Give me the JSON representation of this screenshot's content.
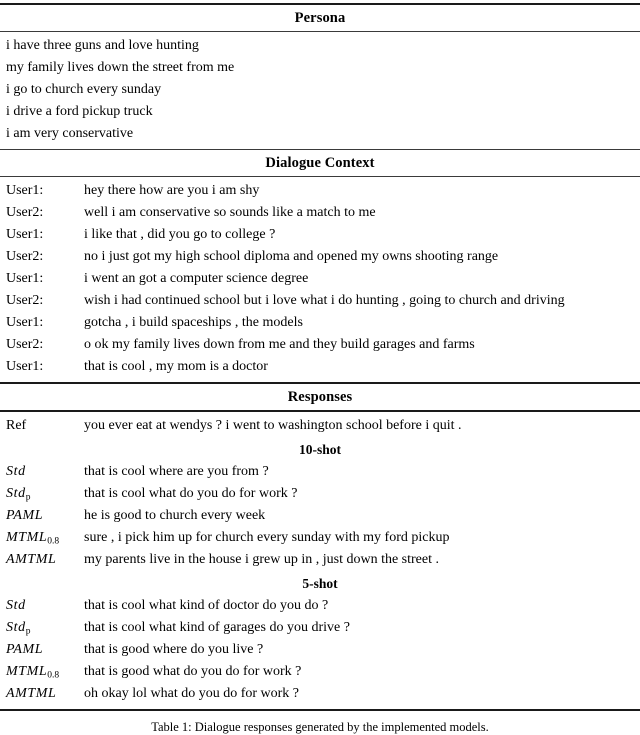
{
  "table": {
    "sections": [
      {
        "id": "persona",
        "heading": "Persona",
        "lines": [
          "i have three guns and love hunting",
          "my family lives down the street from me",
          "i go to church every sunday",
          "i drive a ford pickup truck",
          "i am very conservative"
        ]
      },
      {
        "id": "dialogue",
        "heading": "Dialogue Context",
        "turns": [
          {
            "speaker": "User1:",
            "utterance": "hey there how are you i am shy"
          },
          {
            "speaker": "User2:",
            "utterance": "well i am conservative so sounds like a match to me"
          },
          {
            "speaker": "User1:",
            "utterance": "i like that , did you go to college ?"
          },
          {
            "speaker": "User2:",
            "utterance": "no i just got my high school diploma and opened my owns shooting range"
          },
          {
            "speaker": "User1:",
            "utterance": "i went an got a computer science degree"
          },
          {
            "speaker": "User2:",
            "utterance": "wish i had continued school but i love what i do hunting , going to church and driving"
          },
          {
            "speaker": "User1:",
            "utterance": "gotcha , i build spaceships , the models"
          },
          {
            "speaker": "User2:",
            "utterance": "o ok my family lives down from me and they build garages and farms"
          },
          {
            "speaker": "User1:",
            "utterance": "that is cool , my mom is a doctor"
          }
        ]
      },
      {
        "id": "responses",
        "heading": "Responses",
        "reference": {
          "label": "Ref",
          "text": "you ever eat at wendys ? i went to washington school before i quit ."
        },
        "groups": [
          {
            "heading": "10-shot",
            "rows": [
              {
                "model": "Std",
                "subscript": "",
                "text": "that is cool where are you from ?"
              },
              {
                "model": "Std",
                "subscript": "p",
                "text": "that is cool what do you do for work ?"
              },
              {
                "model": "PAML",
                "subscript": "",
                "text": "he is good to church every week"
              },
              {
                "model": "MTML",
                "subscript": "0.8",
                "text": "sure , i pick him up for church every sunday with my ford pickup"
              },
              {
                "model": "AMTML",
                "subscript": "",
                "text": "my parents live in the house i grew up in , just down the street ."
              }
            ]
          },
          {
            "heading": "5-shot",
            "rows": [
              {
                "model": "Std",
                "subscript": "",
                "text": "that is cool what kind of doctor do you do ?"
              },
              {
                "model": "Std",
                "subscript": "p",
                "text": "that is cool what kind of garages do you drive ?"
              },
              {
                "model": "PAML",
                "subscript": "",
                "text": "that is good where do you live ?"
              },
              {
                "model": "MTML",
                "subscript": "0.8",
                "text": "that is good what do you do for work ?"
              },
              {
                "model": "AMTML",
                "subscript": "",
                "text": "oh okay lol what do you do for work ?"
              }
            ]
          }
        ]
      }
    ],
    "caption": "Table 1: Dialogue responses generated by the implemented models."
  }
}
